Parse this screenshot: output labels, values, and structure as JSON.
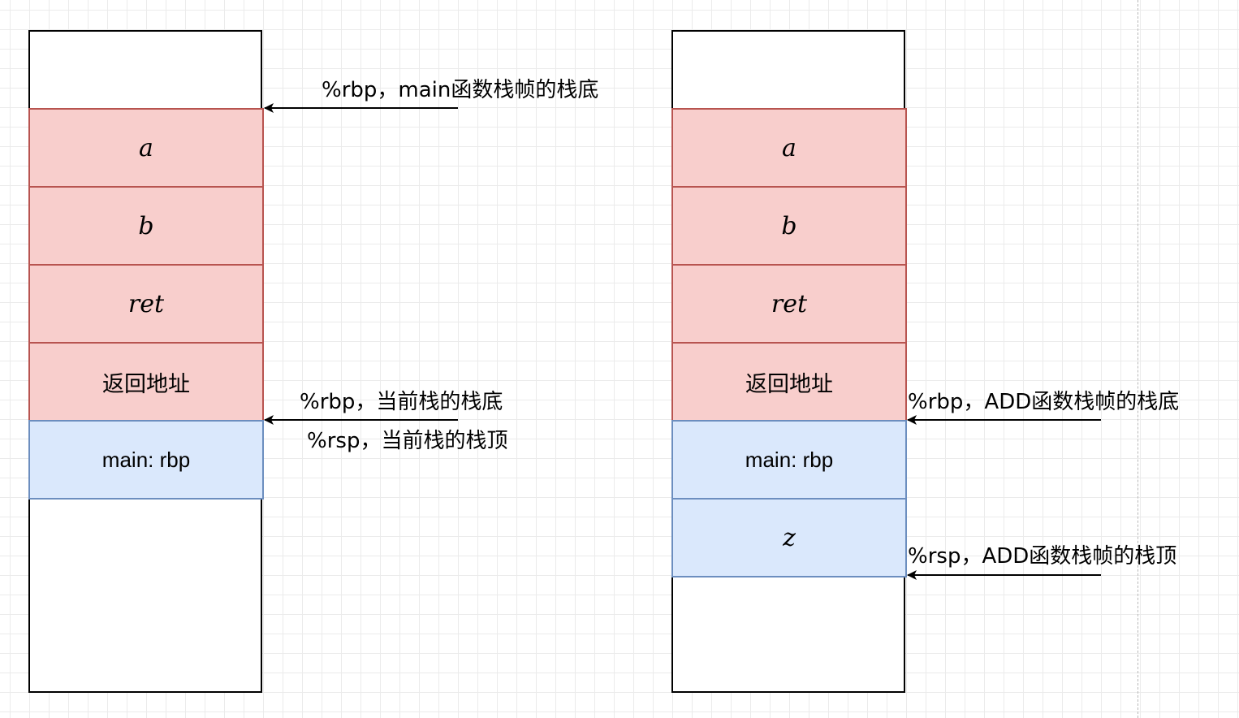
{
  "left_stack": {
    "cells": [
      {
        "text": "a"
      },
      {
        "text": "b"
      },
      {
        "text": "ret"
      },
      {
        "text": "返回地址"
      },
      {
        "text": "main: rbp"
      }
    ],
    "labels": {
      "rbp_main": "%rbp，main函数栈帧的栈底",
      "rbp_current": "%rbp，当前栈的栈底",
      "rsp_current": "%rsp，当前栈的栈顶"
    }
  },
  "right_stack": {
    "cells": [
      {
        "text": "a"
      },
      {
        "text": "b"
      },
      {
        "text": "ret"
      },
      {
        "text": "返回地址"
      },
      {
        "text": "main: rbp"
      },
      {
        "text": "z"
      }
    ],
    "labels": {
      "rbp_add": "%rbp，ADD函数栈帧的栈底",
      "rsp_add": "%rsp，ADD函数栈帧的栈顶"
    }
  },
  "colors": {
    "red_fill": "#f8cecc",
    "red_stroke": "#b85450",
    "blue_fill": "#dae8fc",
    "blue_stroke": "#6c8ebf",
    "arrow": "#000000"
  }
}
